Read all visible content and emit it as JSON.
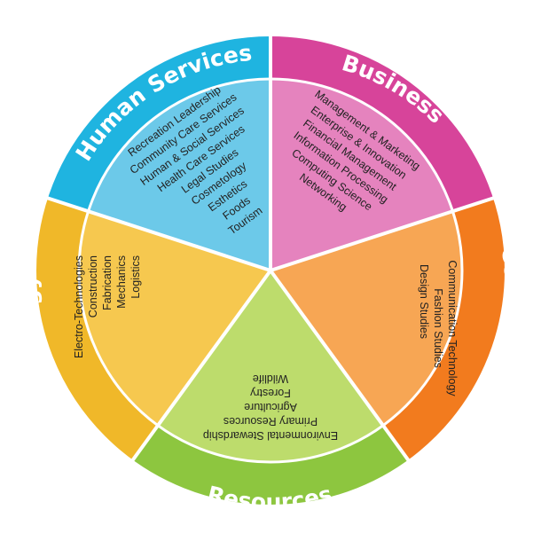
{
  "sectors": [
    {
      "key": "human-services",
      "title": "Human Services",
      "outer_color": "#1fb4e0",
      "inner_color": "#6cc9e9",
      "items": [
        "Recreation Leadership",
        "Community Care Services",
        "Human & Social Services",
        "Health Care Services",
        "Legal Studies",
        "Cosmetology",
        "Esthetics",
        "Foods",
        "Tourism"
      ]
    },
    {
      "key": "business",
      "title": "Business",
      "outer_color": "#d7449a",
      "inner_color": "#e583be",
      "items": [
        "Management & Marketing",
        "Enterprise & Innovation",
        "Financial Management",
        "Information Processing",
        "Computing Science",
        "Networking"
      ]
    },
    {
      "key": "communication",
      "title": "Communication",
      "outer_color": "#f27b1e",
      "inner_color": "#f7a654",
      "items": [
        "Communication Technology",
        "Fashion Studies",
        "Design Studies"
      ]
    },
    {
      "key": "resources",
      "title": "Resources",
      "outer_color": "#8dc63f",
      "inner_color": "#bddc6c",
      "items": [
        "Environmental Stewardship",
        "Primary Resources",
        "Agriculture",
        "Forestry",
        "Wildlife"
      ]
    },
    {
      "key": "technology",
      "title": "Technology",
      "outer_color": "#f0b829",
      "inner_color": "#f6c84f",
      "items": [
        "Electro-Technologies",
        "Construction",
        "Fabrication",
        "Mechanics",
        "Logistics"
      ]
    }
  ]
}
